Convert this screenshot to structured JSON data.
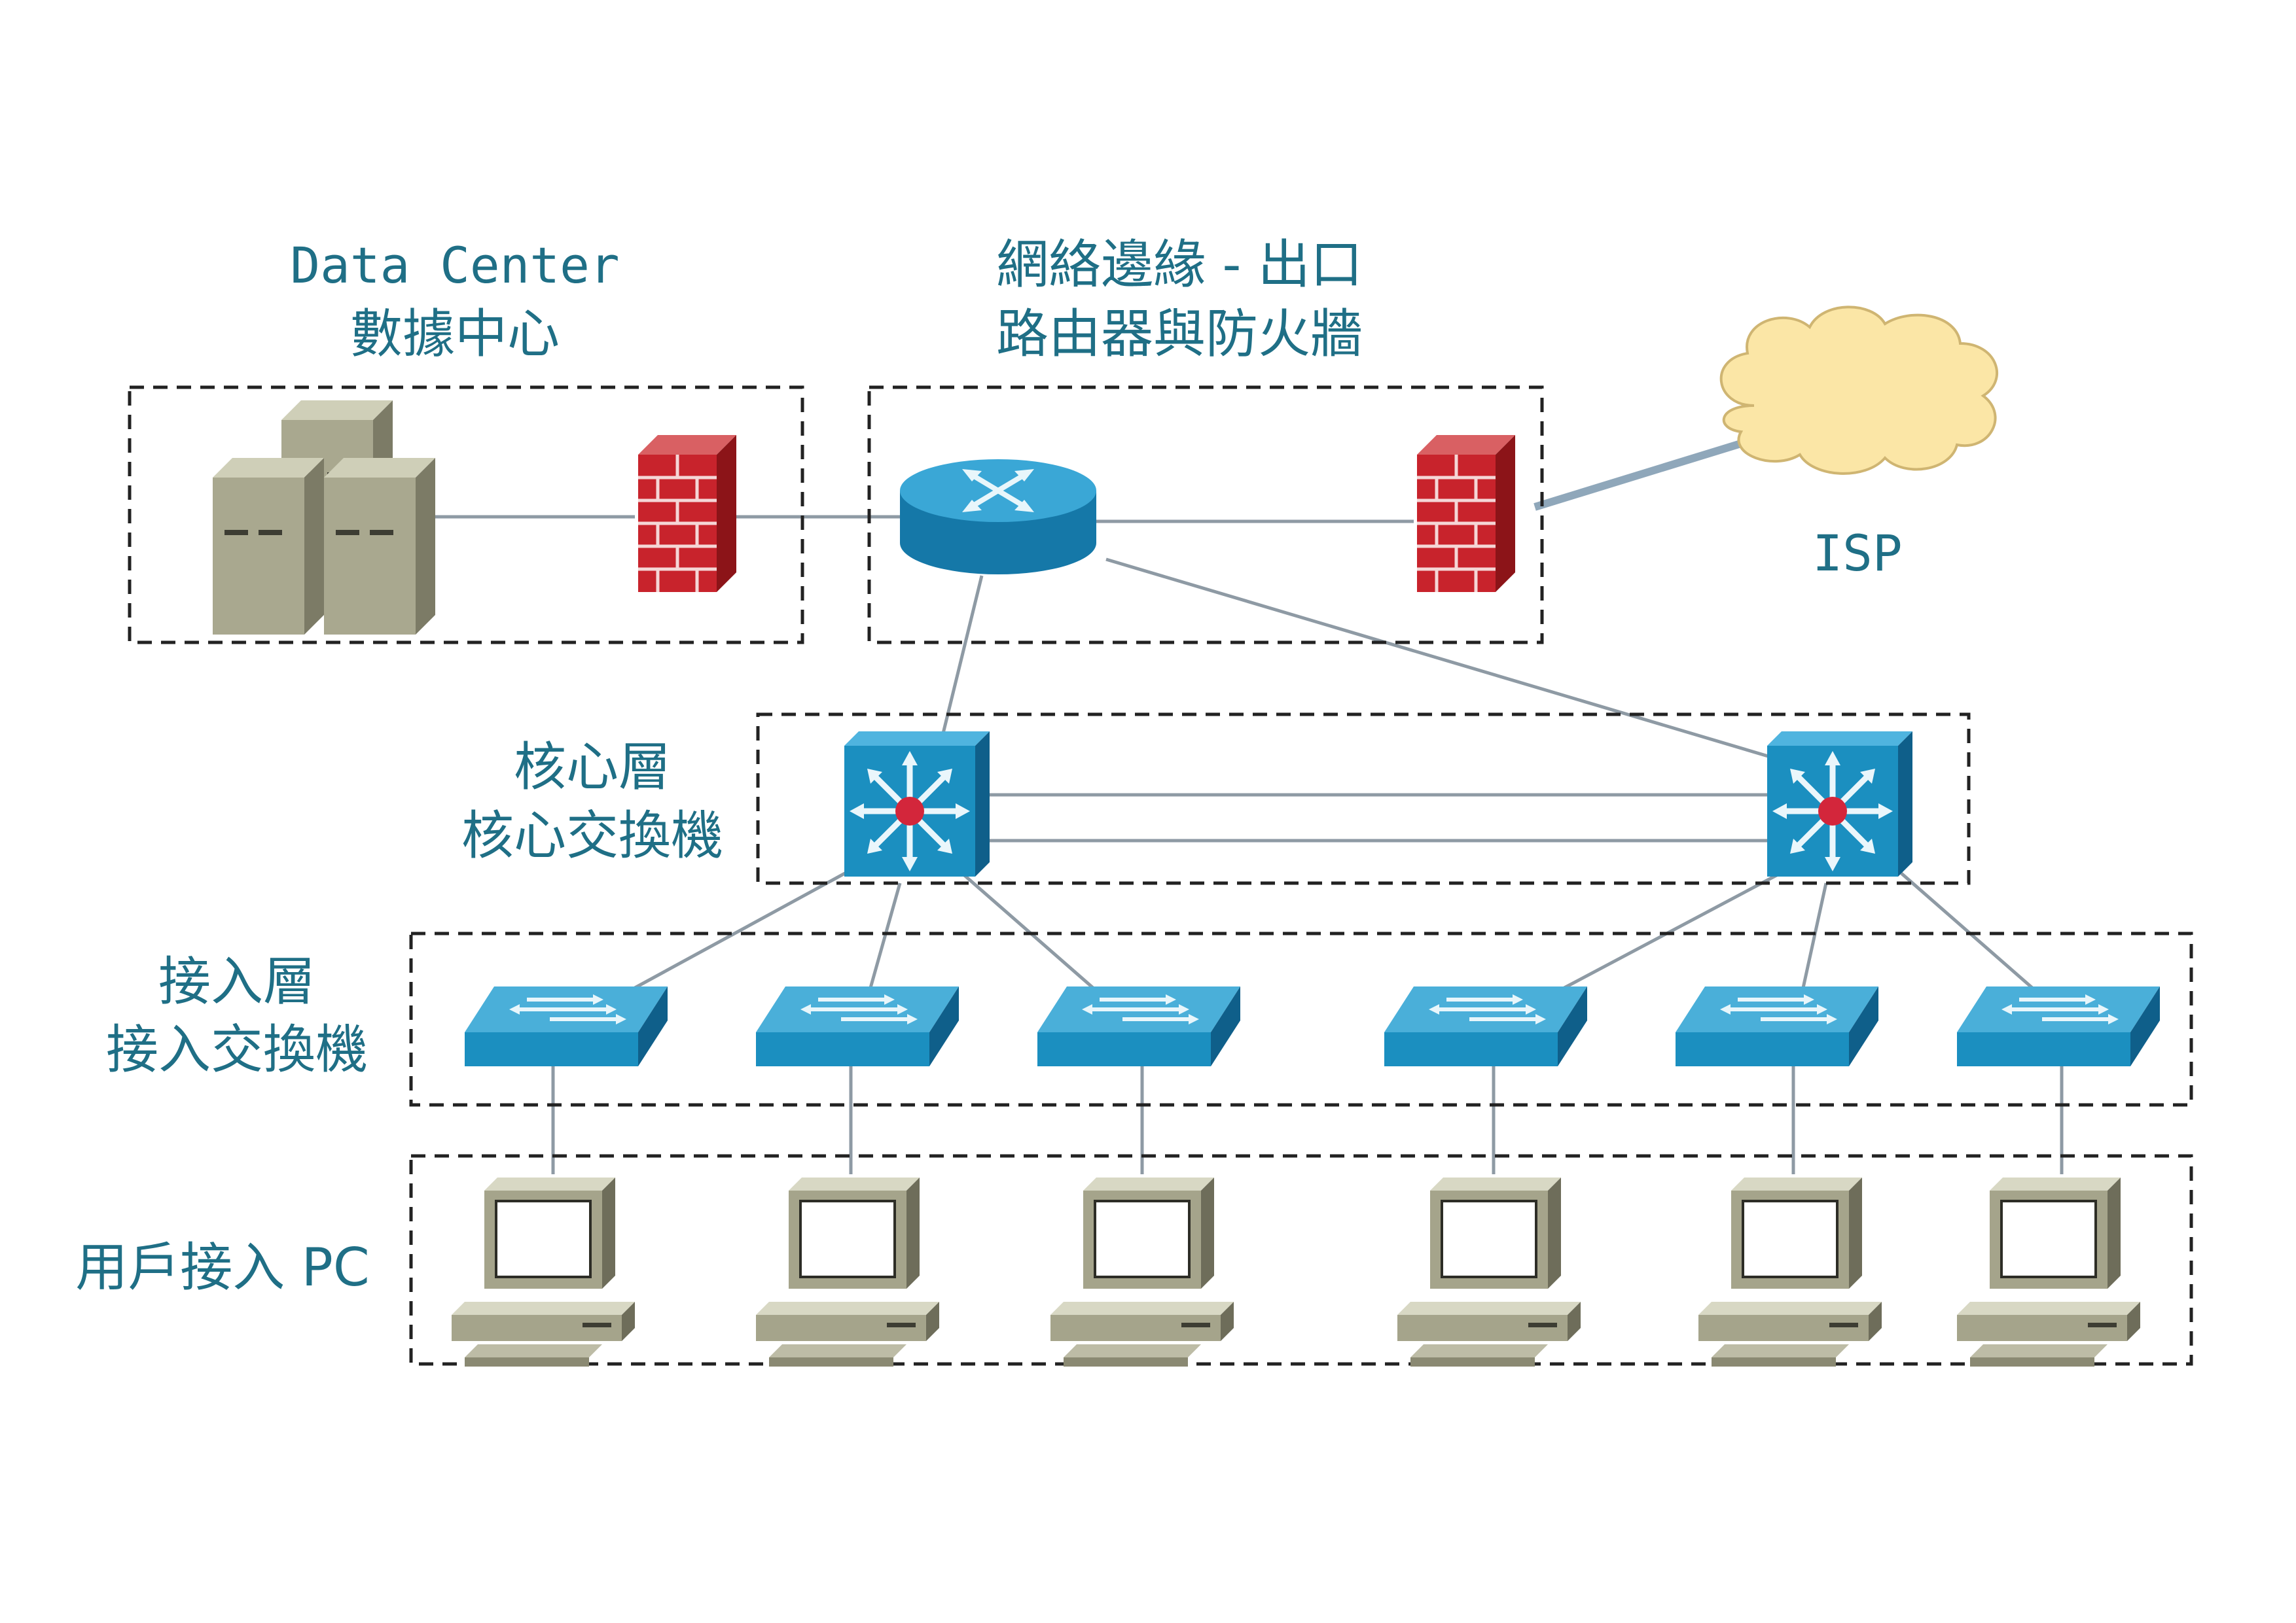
{
  "labels": {
    "datacenter_line1": "Data Center",
    "datacenter_line2": "數據中心",
    "edge_line1": "網絡邊緣 - 出口",
    "edge_line2": "路由器與防火牆",
    "isp": "ISP",
    "core_line1": "核心層",
    "core_line2": "核心交換機",
    "access_line1": "接入層",
    "access_line2": "接入交換機",
    "pc_label": "用戶接入 PC"
  },
  "icons": {
    "server": "server-stack-icon",
    "firewall": "firewall-icon",
    "router": "router-icon",
    "cloud": "cloud-icon",
    "core_switch": "layer3-switch-icon",
    "access_switch": "workgroup-switch-icon",
    "pc": "pc-icon"
  },
  "colors": {
    "label": "#1f6f86",
    "device_blue": "#1b8fc0",
    "firewall_red": "#c8232c",
    "server_gray": "#a9a88f",
    "cloud_fill": "#fbe6a6",
    "link": "#8e9aa4"
  },
  "counts": {
    "access_switches": 6,
    "pcs": 6,
    "core_switches": 2
  }
}
